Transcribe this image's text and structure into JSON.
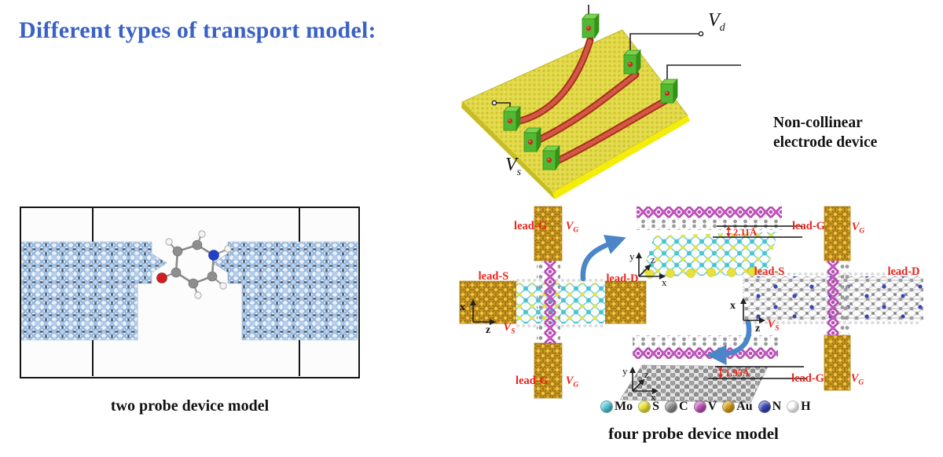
{
  "title": "Different types of transport model:",
  "two_probe": {
    "caption": "two probe device model"
  },
  "non_collinear": {
    "caption_line1": "Non-collinear",
    "caption_line2": "electrode device",
    "vs_main": "V",
    "vs_sub": "s",
    "vd_main": "V",
    "vd_sub": "d"
  },
  "four_probe": {
    "caption": "four probe device model",
    "labels": {
      "lead_g": "lead-G",
      "lead_s": "lead-S",
      "lead_d": "lead-D",
      "v_main": "V",
      "sub_g": "G",
      "sub_s": "S"
    },
    "axes": {
      "x": "x",
      "y": "y",
      "z": "z"
    },
    "distance_top": "2.11Å",
    "distance_bottom": "1.95Å",
    "legend": [
      {
        "label": "Mo",
        "color": "#4cc6d6"
      },
      {
        "label": "S",
        "color": "#e6e22e"
      },
      {
        "label": "C",
        "color": "#8c8c8c"
      },
      {
        "label": "V",
        "color": "#c250b6"
      },
      {
        "label": "Au",
        "color": "#d39b18"
      },
      {
        "label": "N",
        "color": "#3745b5"
      },
      {
        "label": "H",
        "color": "#ffffff"
      }
    ]
  },
  "colors": {
    "title_blue": "#3a62c6",
    "label_red": "#e8251c",
    "arrow_blue": "#4a86c8",
    "gold": "#c89422",
    "substrate_yellow": "#e3da4d",
    "tube_red": "#a82c1c",
    "clamp_green": "#52b832",
    "electrode_blue": "#b4cdea",
    "chain_purple": "#b84cb4"
  }
}
